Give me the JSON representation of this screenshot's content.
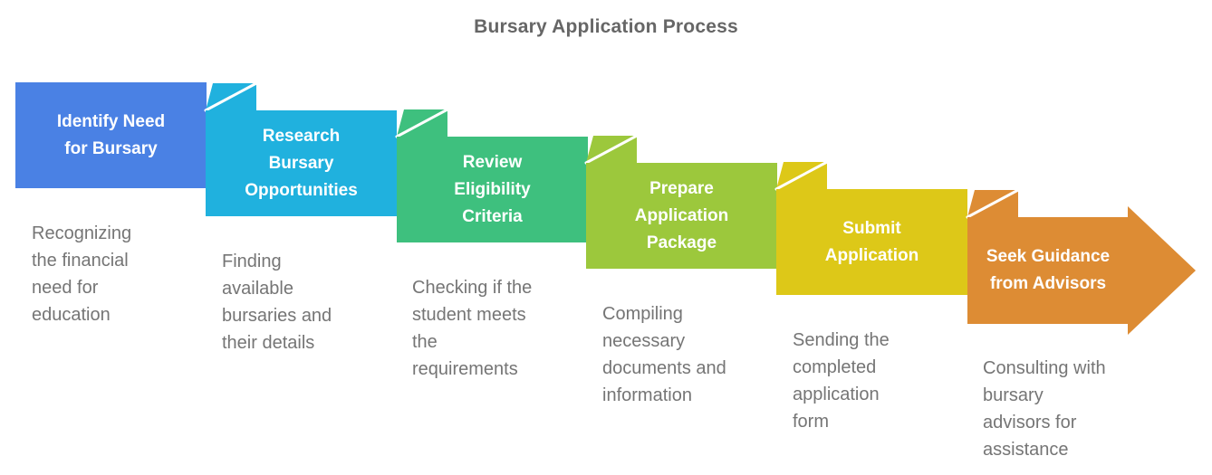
{
  "title": "Bursary Application Process",
  "colors": {
    "title_text": "#666666",
    "description_text": "#757575",
    "step_label_text": "#ffffff"
  },
  "steps": [
    {
      "title": "Identify Need\nfor Bursary",
      "description": "Recognizing\nthe financial\nneed for\neducation",
      "color": "#4a81e4"
    },
    {
      "title": "Research\nBursary\nOpportunities",
      "description": "Finding\navailable\nbursaries and\ntheir details",
      "color": "#20b1de"
    },
    {
      "title": "Review\nEligibility\nCriteria",
      "description": "Checking if the\nstudent meets\nthe\nrequirements",
      "color": "#3ec07e"
    },
    {
      "title": "Prepare\nApplication\nPackage",
      "description": "Compiling\nnecessary\ndocuments and\ninformation",
      "color": "#9cc83c"
    },
    {
      "title": "Submit\nApplication",
      "description": "Sending the\ncompleted\napplication\nform",
      "color": "#ddc818"
    },
    {
      "title": "Seek Guidance\nfrom Advisors",
      "description": "Consulting with\nbursary\nadvisors for\nassistance",
      "color": "#dd8c34"
    }
  ]
}
